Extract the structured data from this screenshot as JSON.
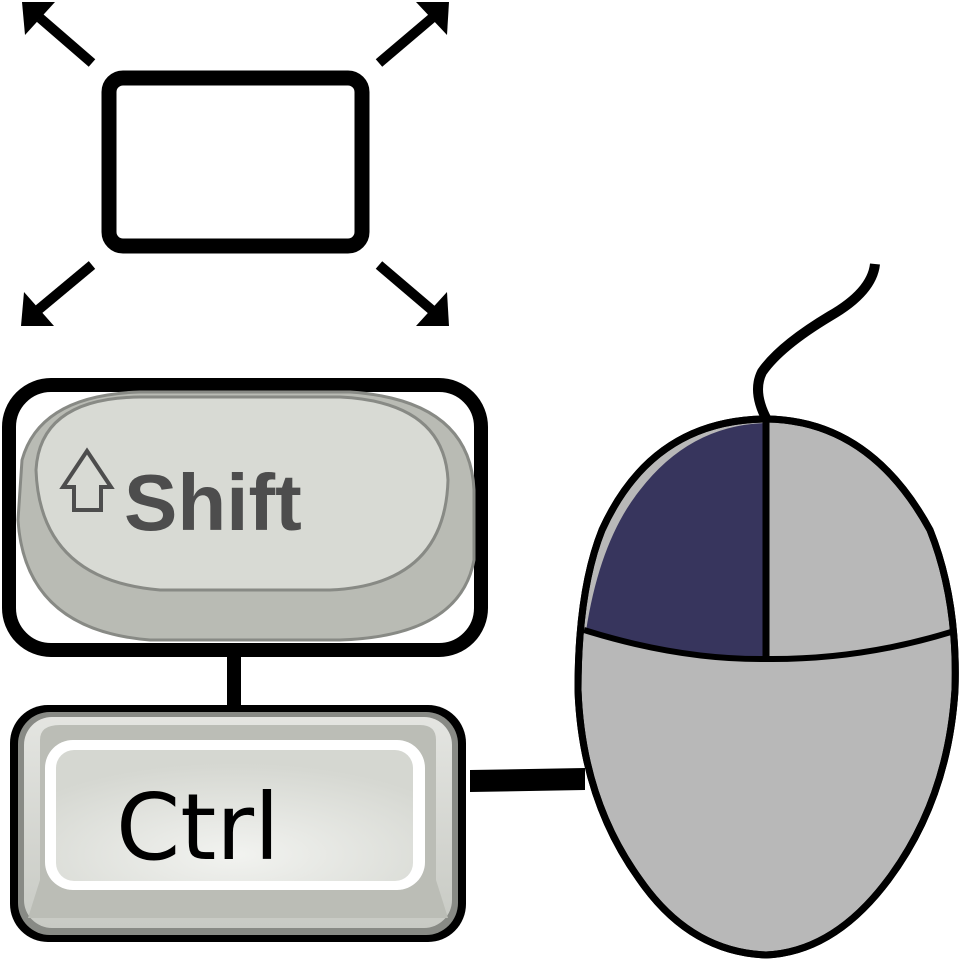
{
  "diagram": {
    "description": "Shift + Ctrl + left mouse button resizes window",
    "resize_icon": {
      "name": "resize-window",
      "arrows": [
        "up-left",
        "up-right",
        "down-left",
        "down-right"
      ]
    },
    "keys": [
      {
        "id": "shift",
        "label": "Shift",
        "icon": "shift-arrow-up-icon"
      },
      {
        "id": "ctrl",
        "label": "Ctrl"
      }
    ],
    "mouse": {
      "highlighted_button": "left",
      "buttons": [
        "left",
        "right"
      ]
    },
    "colors": {
      "outline": "#000000",
      "key_face": "#d8dad4",
      "key_side": "#b8bab3",
      "key_border": "#888a85",
      "shift_text": "#4d4d4d",
      "mouse_body": "#b8b8b8",
      "mouse_left_button": "#37355d",
      "background": "#ffffff"
    }
  }
}
